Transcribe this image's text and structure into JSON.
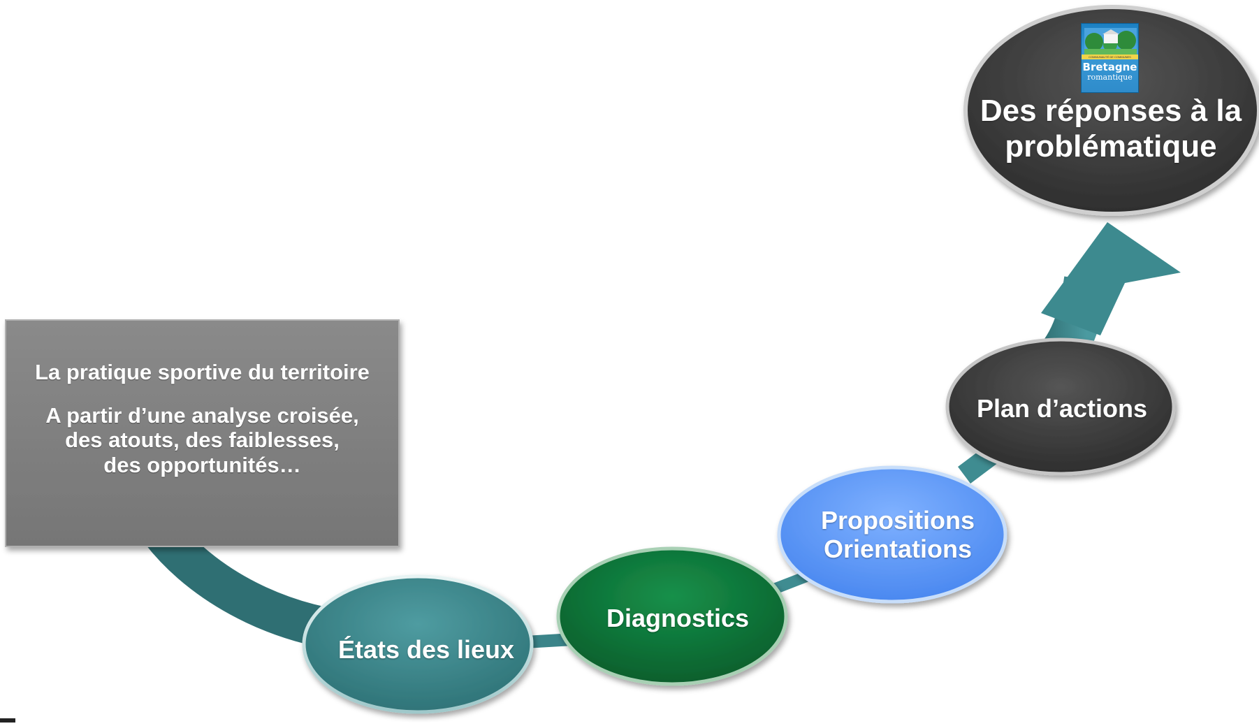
{
  "panel": {
    "title": "La pratique sportive du territoire",
    "body_line1": "A partir d’une analyse croisée,",
    "body_line2": "des atouts, des faiblesses,",
    "body_line3": "des opportunités…"
  },
  "steps": [
    {
      "label": "États des lieux",
      "color": "#3d8a8f"
    },
    {
      "label": "Diagnostics",
      "color": "#0f7a3a"
    },
    {
      "label_line1": "Propositions",
      "label_line2": "Orientations",
      "color": "#5b9bff"
    },
    {
      "label": "Plan d’actions",
      "color": "#3f3f3f"
    }
  ],
  "goal": {
    "label_line1": "Des réponses à la",
    "label_line2": "problématique",
    "color": "#3f3f3f"
  },
  "logo": {
    "band_text": "COMMUNAUTÉ DE COMMUNES",
    "name": "Bretagne",
    "subtitle": "romantique"
  },
  "colors": {
    "arrow": "#3a8a8e",
    "panel": "#7f7f7f"
  }
}
